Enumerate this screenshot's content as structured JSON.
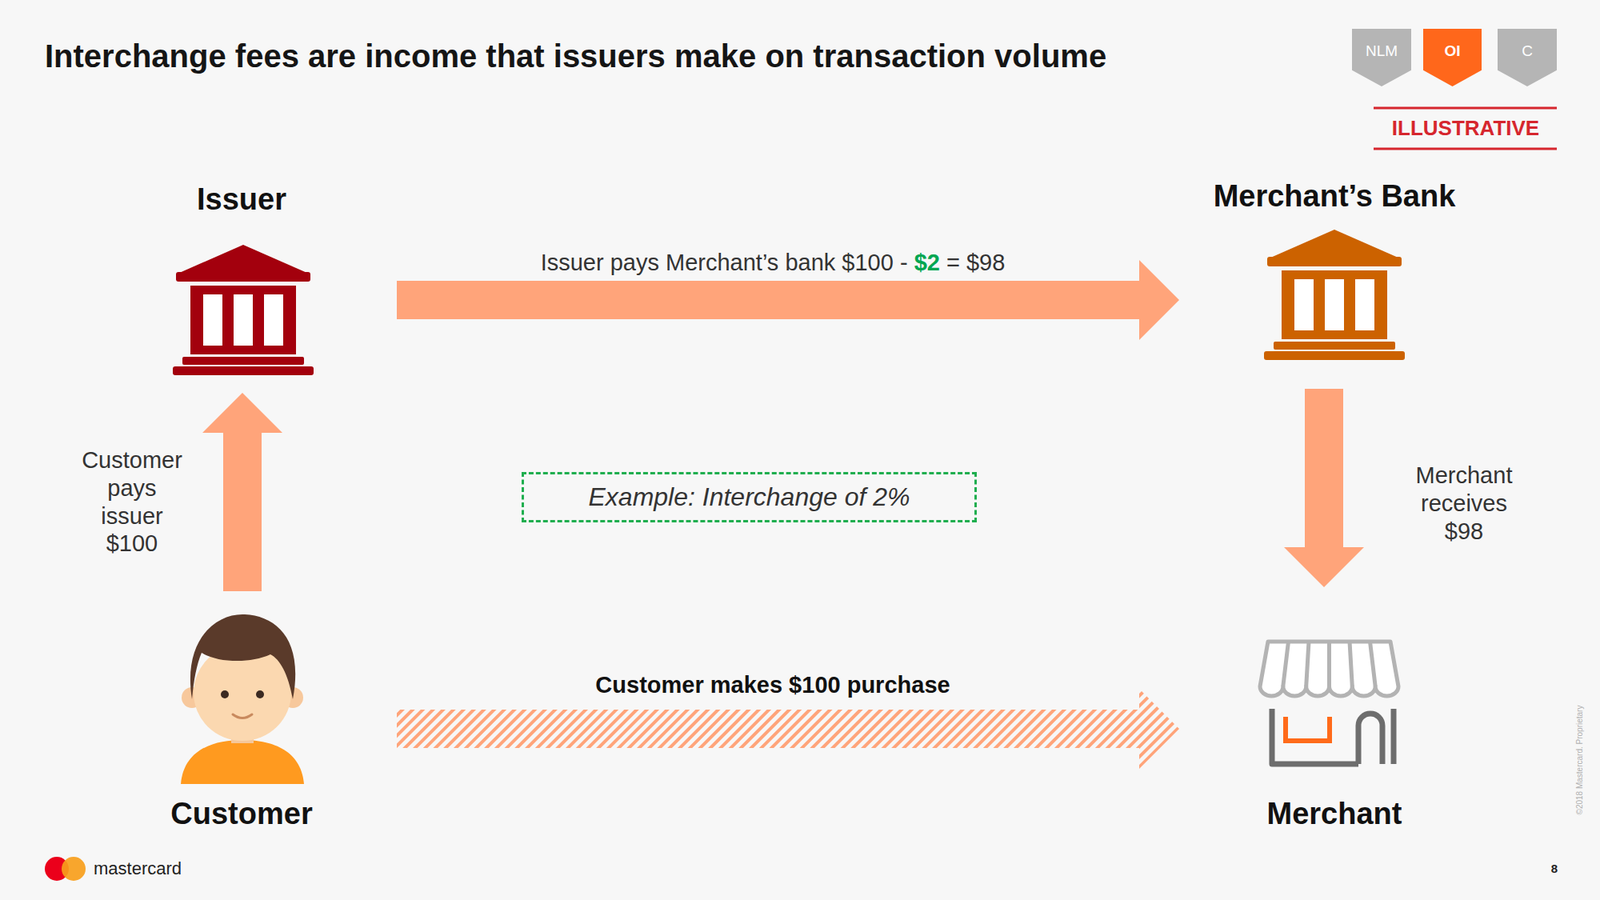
{
  "diagram": {
    "title": "Interchange fees are income that issuers make on transaction volume",
    "nodes": [
      {
        "text": [
          "NLM"
        ]
      },
      {
        "text": [
          "OI"
        ]
      },
      {
        "text": [
          "C"
        ]
      },
      {
        "text": [
          "Issuer"
        ]
      },
      {
        "text": [
          "Merchant’s Bank"
        ]
      },
      {
        "text": [
          "Example: Interchange of 2%"
        ]
      },
      {
        "text": [
          "Customer"
        ]
      },
      {
        "text": [
          "Merchant"
        ]
      }
    ],
    "edges": [
      {
        "from": 3,
        "to": 4,
        "arrow": "to",
        "label": "Issuer pays Merchant’s bank $100 - $2 = $98"
      },
      {
        "from": 6,
        "to": 3,
        "arrow": "to",
        "label": "Customer pays issuer $100"
      },
      {
        "from": 4,
        "to": 7,
        "arrow": "to",
        "label": "Merchant receives $98"
      },
      {
        "from": 6,
        "to": 7,
        "arrow": "to",
        "label": "Customer makes $100 purchase"
      }
    ],
    "labels": [
      "ILLUSTRATIVE",
      "mastercard",
      "8",
      "©2018 Mastercard. Proprietary"
    ]
  }
}
